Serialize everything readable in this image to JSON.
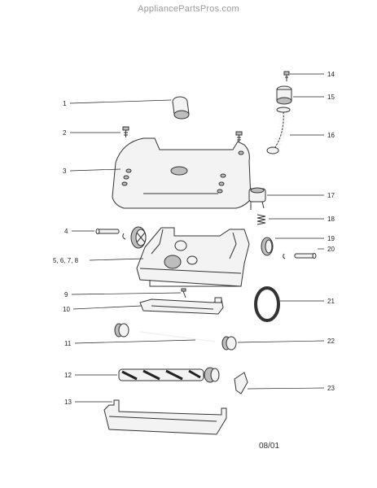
{
  "watermark": "AppliancePartsPros.com",
  "date_code": "08/01",
  "callouts": [
    "1",
    "2",
    "3",
    "4",
    "5, 6, 7, 8",
    "9",
    "10",
    "11",
    "12",
    "13",
    "14",
    "15",
    "16",
    "17",
    "18",
    "19",
    "20",
    "21",
    "22",
    "23"
  ]
}
